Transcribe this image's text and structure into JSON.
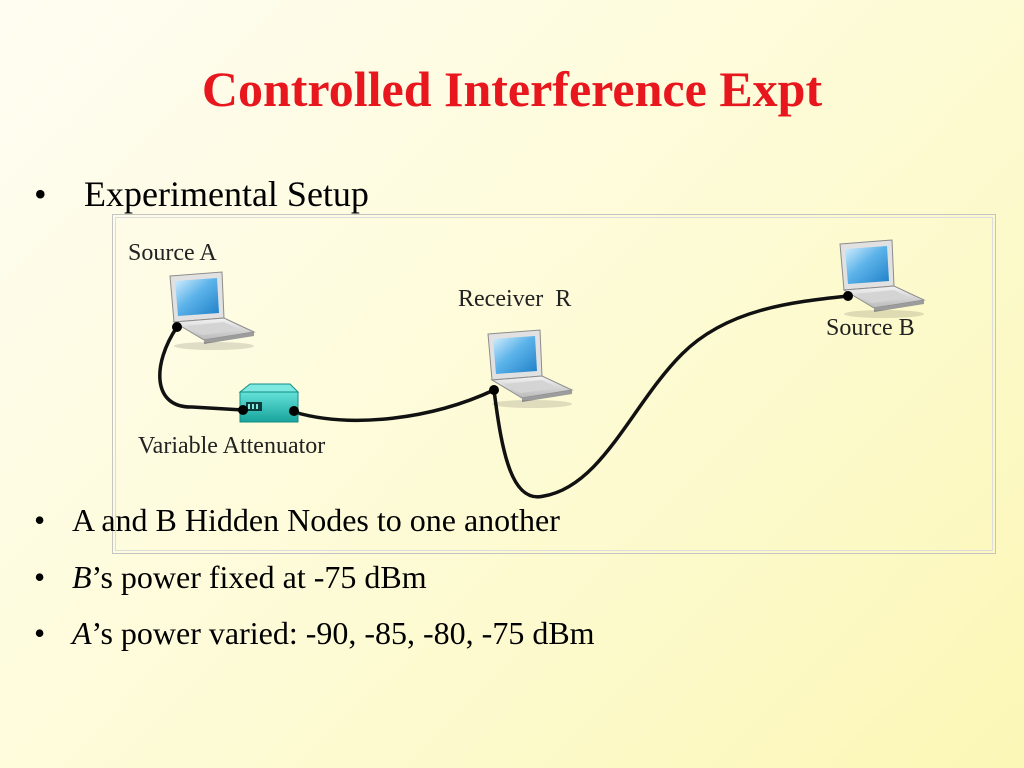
{
  "slide": {
    "title": "Controlled Interference Expt",
    "bullets": [
      {
        "symbol": "•",
        "text": "Experimental Setup"
      },
      {
        "symbol": "•",
        "text": "A and B Hidden Nodes to one another"
      },
      {
        "symbol": "•",
        "italic": "B",
        "text": "’s power fixed at -75 dBm"
      },
      {
        "symbol": "•",
        "italic": "A",
        "text": "’s power varied: -90, -85, -80, -75 dBm"
      }
    ]
  },
  "diagram": {
    "source_a": "Source A",
    "receiver": "Receiver  R",
    "source_b": "Source B",
    "attenuator": "Variable Attenuator",
    "icons": [
      "laptop-icon",
      "laptop-icon",
      "laptop-icon",
      "attenuator-box-icon"
    ]
  },
  "colors": {
    "title": "#e8171e",
    "screen": "#4aa8e4",
    "attenuator": "#2cc4bd",
    "cable": "#111111"
  }
}
